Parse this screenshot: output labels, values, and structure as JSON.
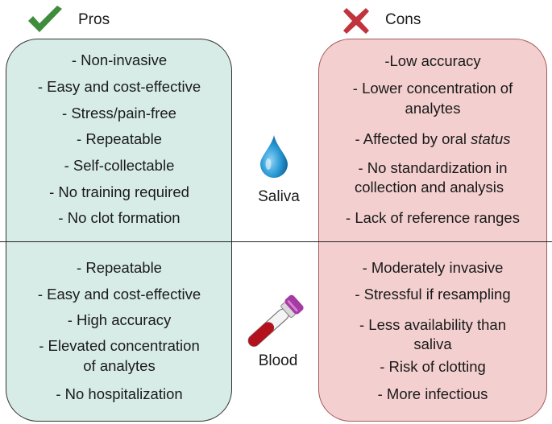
{
  "header": {
    "pros_label": "Pros",
    "cons_label": "Cons"
  },
  "saliva": {
    "label": "Saliva",
    "pros": [
      "- Non-invasive",
      "- Easy and cost-effective",
      "- Stress/pain-free",
      "- Repeatable",
      "- Self-collectable",
      "- No training required",
      "- No clot formation"
    ],
    "cons": [
      "-Low accuracy",
      "- Lower concentration of",
      "analytes",
      "- Affected by oral ",
      "status",
      "- No standardization in",
      "collection and analysis",
      "- Lack of reference ranges"
    ]
  },
  "blood": {
    "label": "Blood",
    "pros": [
      "- Repeatable",
      "- Easy and cost-effective",
      "- High accuracy",
      "- Elevated concentration",
      "of analytes",
      "- No hospitalization"
    ],
    "cons": [
      "- Moderately invasive",
      "- Stressful if resampling",
      "- Less availability than",
      "saliva",
      "- Risk of clotting",
      "- More infectious"
    ]
  },
  "colors": {
    "check": "#3f8d3c",
    "cross": "#c1343e",
    "drop": "#1f8fc9",
    "pros_panel": "#d7ece7",
    "cons_panel": "#f4cfcf",
    "blood_tube_cap": "#a63aa3",
    "blood": "#b3121c"
  },
  "icons": {
    "pros": "check-icon",
    "cons": "cross-icon",
    "saliva": "water-drop-icon",
    "blood": "blood-tube-icon"
  }
}
